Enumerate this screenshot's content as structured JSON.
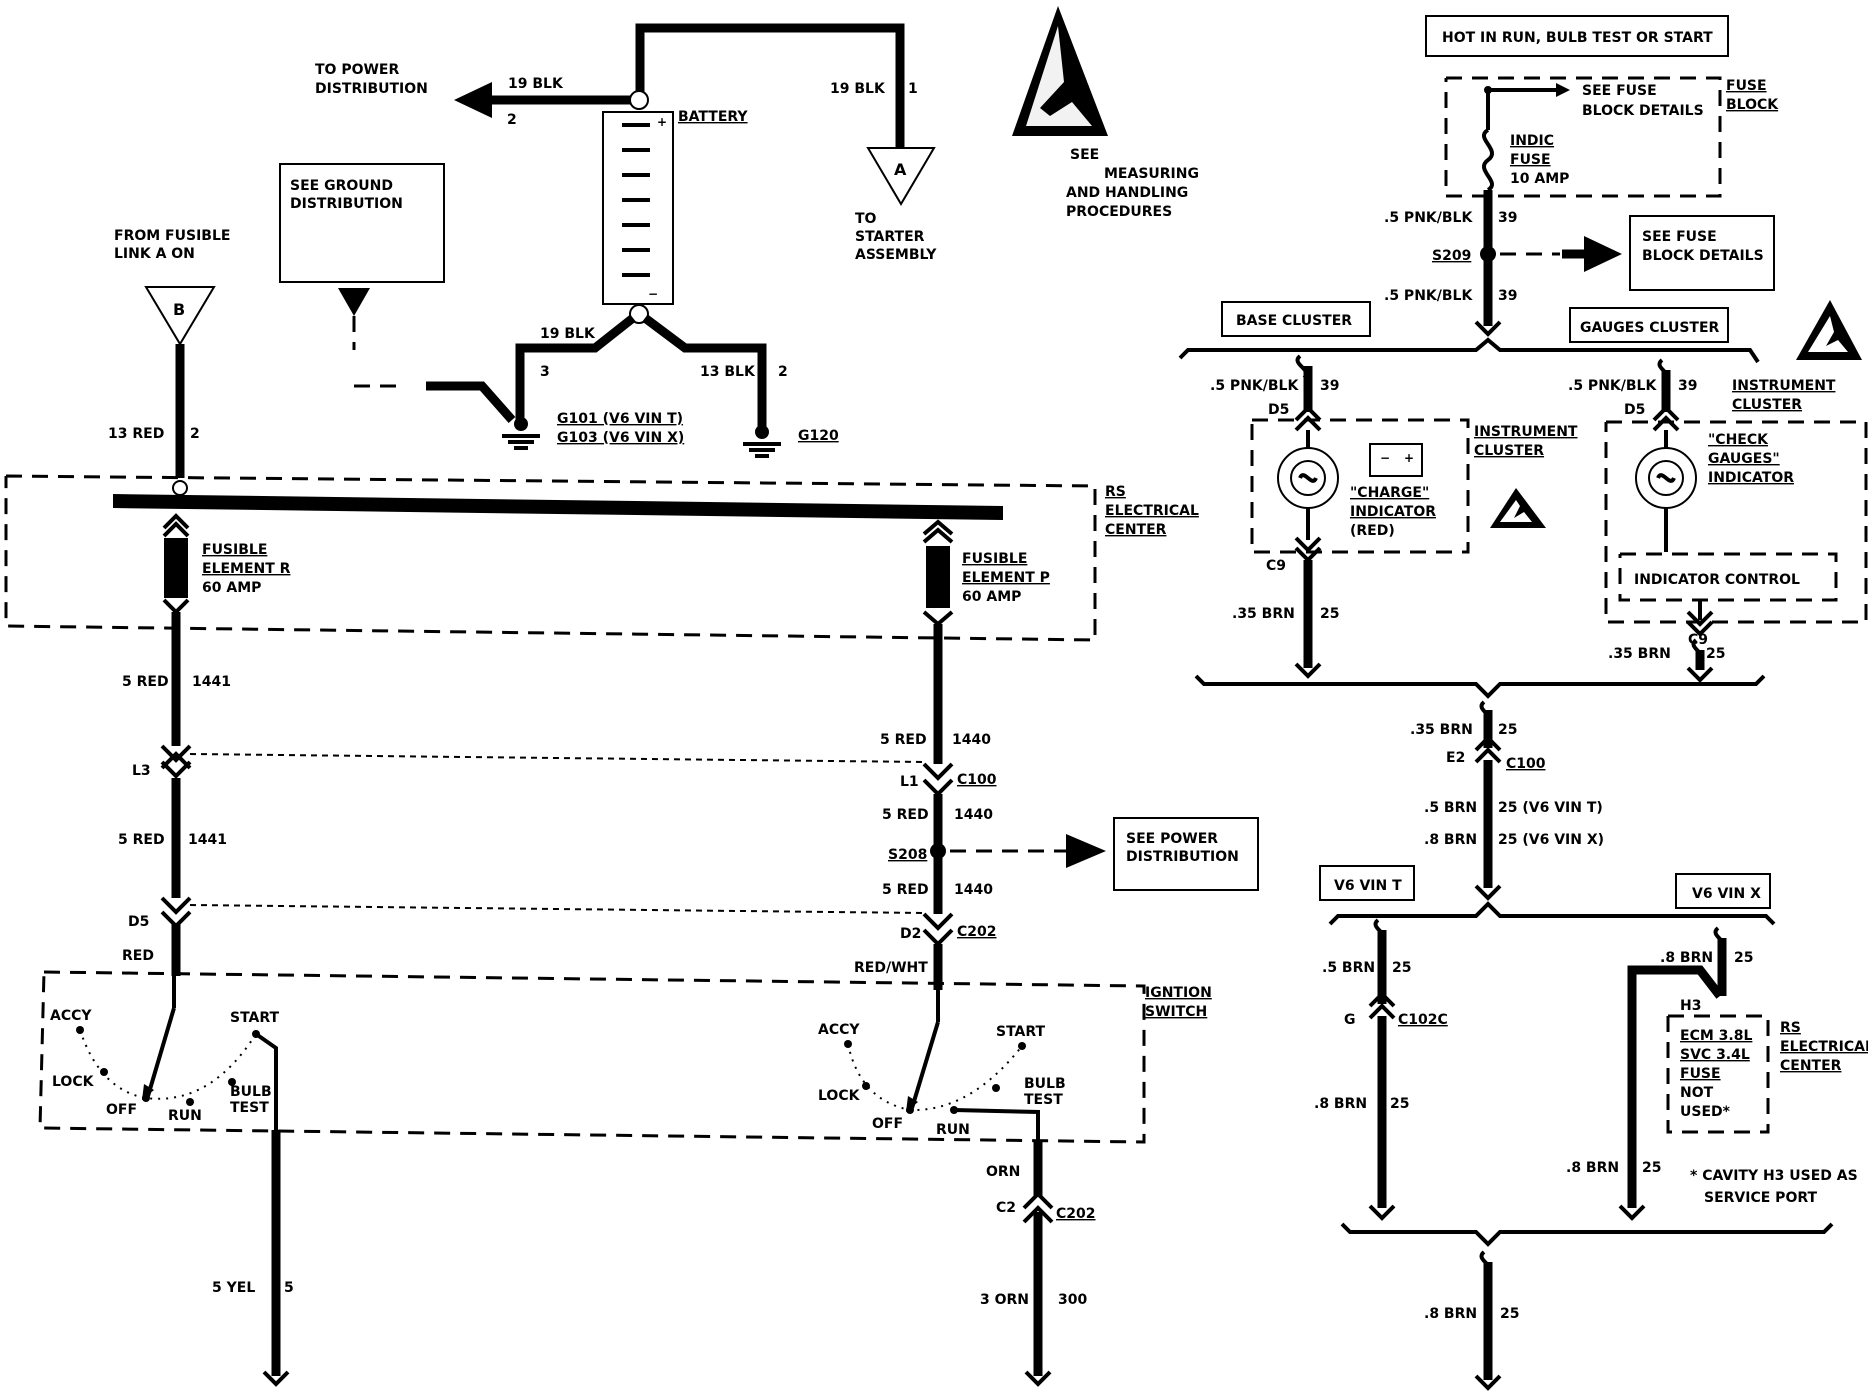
{
  "top": {
    "to_power_distribution": [
      "TO POWER",
      "DISTRIBUTION"
    ],
    "wire_19blk_left": "19 BLK",
    "wire_19blk_left_circuit": "2",
    "battery_label": "BATTERY",
    "wire_19blk_right": "19 BLK",
    "wire_19blk_right_circuit": "1",
    "connector_a": "A",
    "to_starter": [
      "TO",
      "STARTER",
      "ASSEMBLY"
    ],
    "see_measuring": [
      "SEE",
      "MEASURING",
      "AND HANDLING",
      "PROCEDURES"
    ],
    "see_ground": [
      "SEE GROUND",
      "DISTRIBUTION"
    ],
    "from_fusible": [
      "FROM FUSIBLE",
      "LINK A ON"
    ],
    "connector_b": "B",
    "wire_19blk_bottom": "19 BLK",
    "wire_19blk_bottom_circuit": "3",
    "wire_13blk": "13 BLK",
    "wire_13blk_circuit": "2",
    "ground_g101": "G101 (V6 VIN T)",
    "ground_g103": "G103 (V6 VIN X)",
    "ground_g120": "G120",
    "wire_13red": "13 RED",
    "wire_13red_circuit": "2"
  },
  "rs_center": {
    "label": [
      "RS",
      "ELECTRICAL",
      "CENTER"
    ],
    "fusible_r": [
      "FUSIBLE",
      "ELEMENT R",
      "60 AMP"
    ],
    "fusible_p": [
      "FUSIBLE",
      "ELEMENT P",
      "60 AMP"
    ]
  },
  "left_path": {
    "wire1": "5 RED",
    "wire1_circuit": "1441",
    "l3": "L3",
    "wire2": "5 RED",
    "wire2_circuit": "1441",
    "d5": "D5",
    "red": "RED"
  },
  "mid_path": {
    "wire1": "5 RED",
    "wire1_circuit": "1440",
    "l1": "L1",
    "c100": "C100",
    "wire2": "5 RED",
    "wire2_circuit": "1440",
    "s208": "S208",
    "see_power": [
      "SEE POWER",
      "DISTRIBUTION"
    ],
    "wire3": "5 RED",
    "wire3_circuit": "1440",
    "d2": "D2",
    "c202": "C202",
    "red_wht": "RED/WHT"
  },
  "ignition": {
    "label": [
      "IGNTION",
      "SWITCH"
    ],
    "accy": "ACCY",
    "start": "START",
    "lock": "LOCK",
    "off": "OFF",
    "run": "RUN",
    "bulb_test": [
      "BULB",
      "TEST"
    ],
    "orn": "ORN",
    "c2": "C2",
    "c202": "C202",
    "wire_5yel": "5 YEL",
    "wire_5yel_circuit": "5",
    "wire_3orn": "3 ORN",
    "wire_3orn_circuit": "300"
  },
  "right": {
    "hot_in_run": "HOT IN RUN, BULB TEST OR  START",
    "see_fuse_block_1": [
      "SEE FUSE",
      "BLOCK DETAILS"
    ],
    "fuse_block": [
      "FUSE",
      "BLOCK"
    ],
    "indic_fuse": [
      "INDIC",
      "FUSE",
      "10 AMP"
    ],
    "wire_pnkblk_1": ".5 PNK/BLK",
    "wire_pnkblk_1_circuit": "39",
    "s209": "S209",
    "see_fuse_block_2": [
      "SEE FUSE",
      "BLOCK DETAILS"
    ],
    "wire_pnkblk_2": ".5 PNK/BLK",
    "wire_pnkblk_2_circuit": "39",
    "base_cluster": "BASE CLUSTER",
    "gauges_cluster": "GAUGES CLUSTER",
    "wire_pnkblk_3": ".5 PNK/BLK",
    "wire_pnkblk_3_circuit": "39",
    "wire_pnkblk_4": ".5 PNK/BLK",
    "wire_pnkblk_4_circuit": "39",
    "instrument_cluster_1": [
      "INSTRUMENT",
      "CLUSTER"
    ],
    "instrument_cluster_2": [
      "INSTRUMENT",
      "CLUSTER"
    ],
    "d5_1": "D5",
    "d5_2": "D5",
    "charge_indicator": [
      "\"CHARGE\"",
      "INDICATOR",
      "(RED)"
    ],
    "check_gauges_indicator": [
      "\"CHECK",
      "GAUGES\"",
      "INDICATOR"
    ],
    "indicator_control": "INDICATOR CONTROL",
    "c9_1": "C9",
    "c9_2": "C9",
    "wire_35brn_1": ".35 BRN",
    "wire_35brn_1_circuit": "25",
    "wire_35brn_2": ".35 BRN",
    "wire_35brn_2_circuit": "25",
    "wire_35brn_3": ".35 BRN",
    "wire_35brn_3_circuit": "25",
    "e2": "E2",
    "c100": "C100",
    "wire_5brn_vin_t": ".5 BRN",
    "wire_5brn_vin_t_circuit": "25 (V6 VIN T)",
    "wire_8brn_vin_x": ".8 BRN",
    "wire_8brn_vin_x_circuit": "25 (V6 VIN X)",
    "v6_vin_t": "V6 VIN T",
    "v6_vin_x": "V6 VIN X",
    "wire_5brn_t": ".5 BRN",
    "wire_5brn_t_circuit": "25",
    "g": "G",
    "c102c": "C102C",
    "wire_8brn_t": ".8 BRN",
    "wire_8brn_t_circuit": "25",
    "wire_8brn_x_top": ".8 BRN",
    "wire_8brn_x_top_circuit": "25",
    "h3": "H3",
    "ecm_fuse": [
      "ECM 3.8L",
      "SVC 3.4L",
      "FUSE",
      "NOT",
      "USED*"
    ],
    "rs_center": [
      "RS",
      "ELECTRICAL",
      "CENTER"
    ],
    "wire_8brn_x_bottom": ".8 BRN",
    "wire_8brn_x_bottom_circuit": "25",
    "cavity_note": [
      "*  CAVITY H3 USED AS",
      "SERVICE PORT"
    ],
    "wire_8brn_final": ".8 BRN",
    "wire_8brn_final_circuit": "25"
  }
}
